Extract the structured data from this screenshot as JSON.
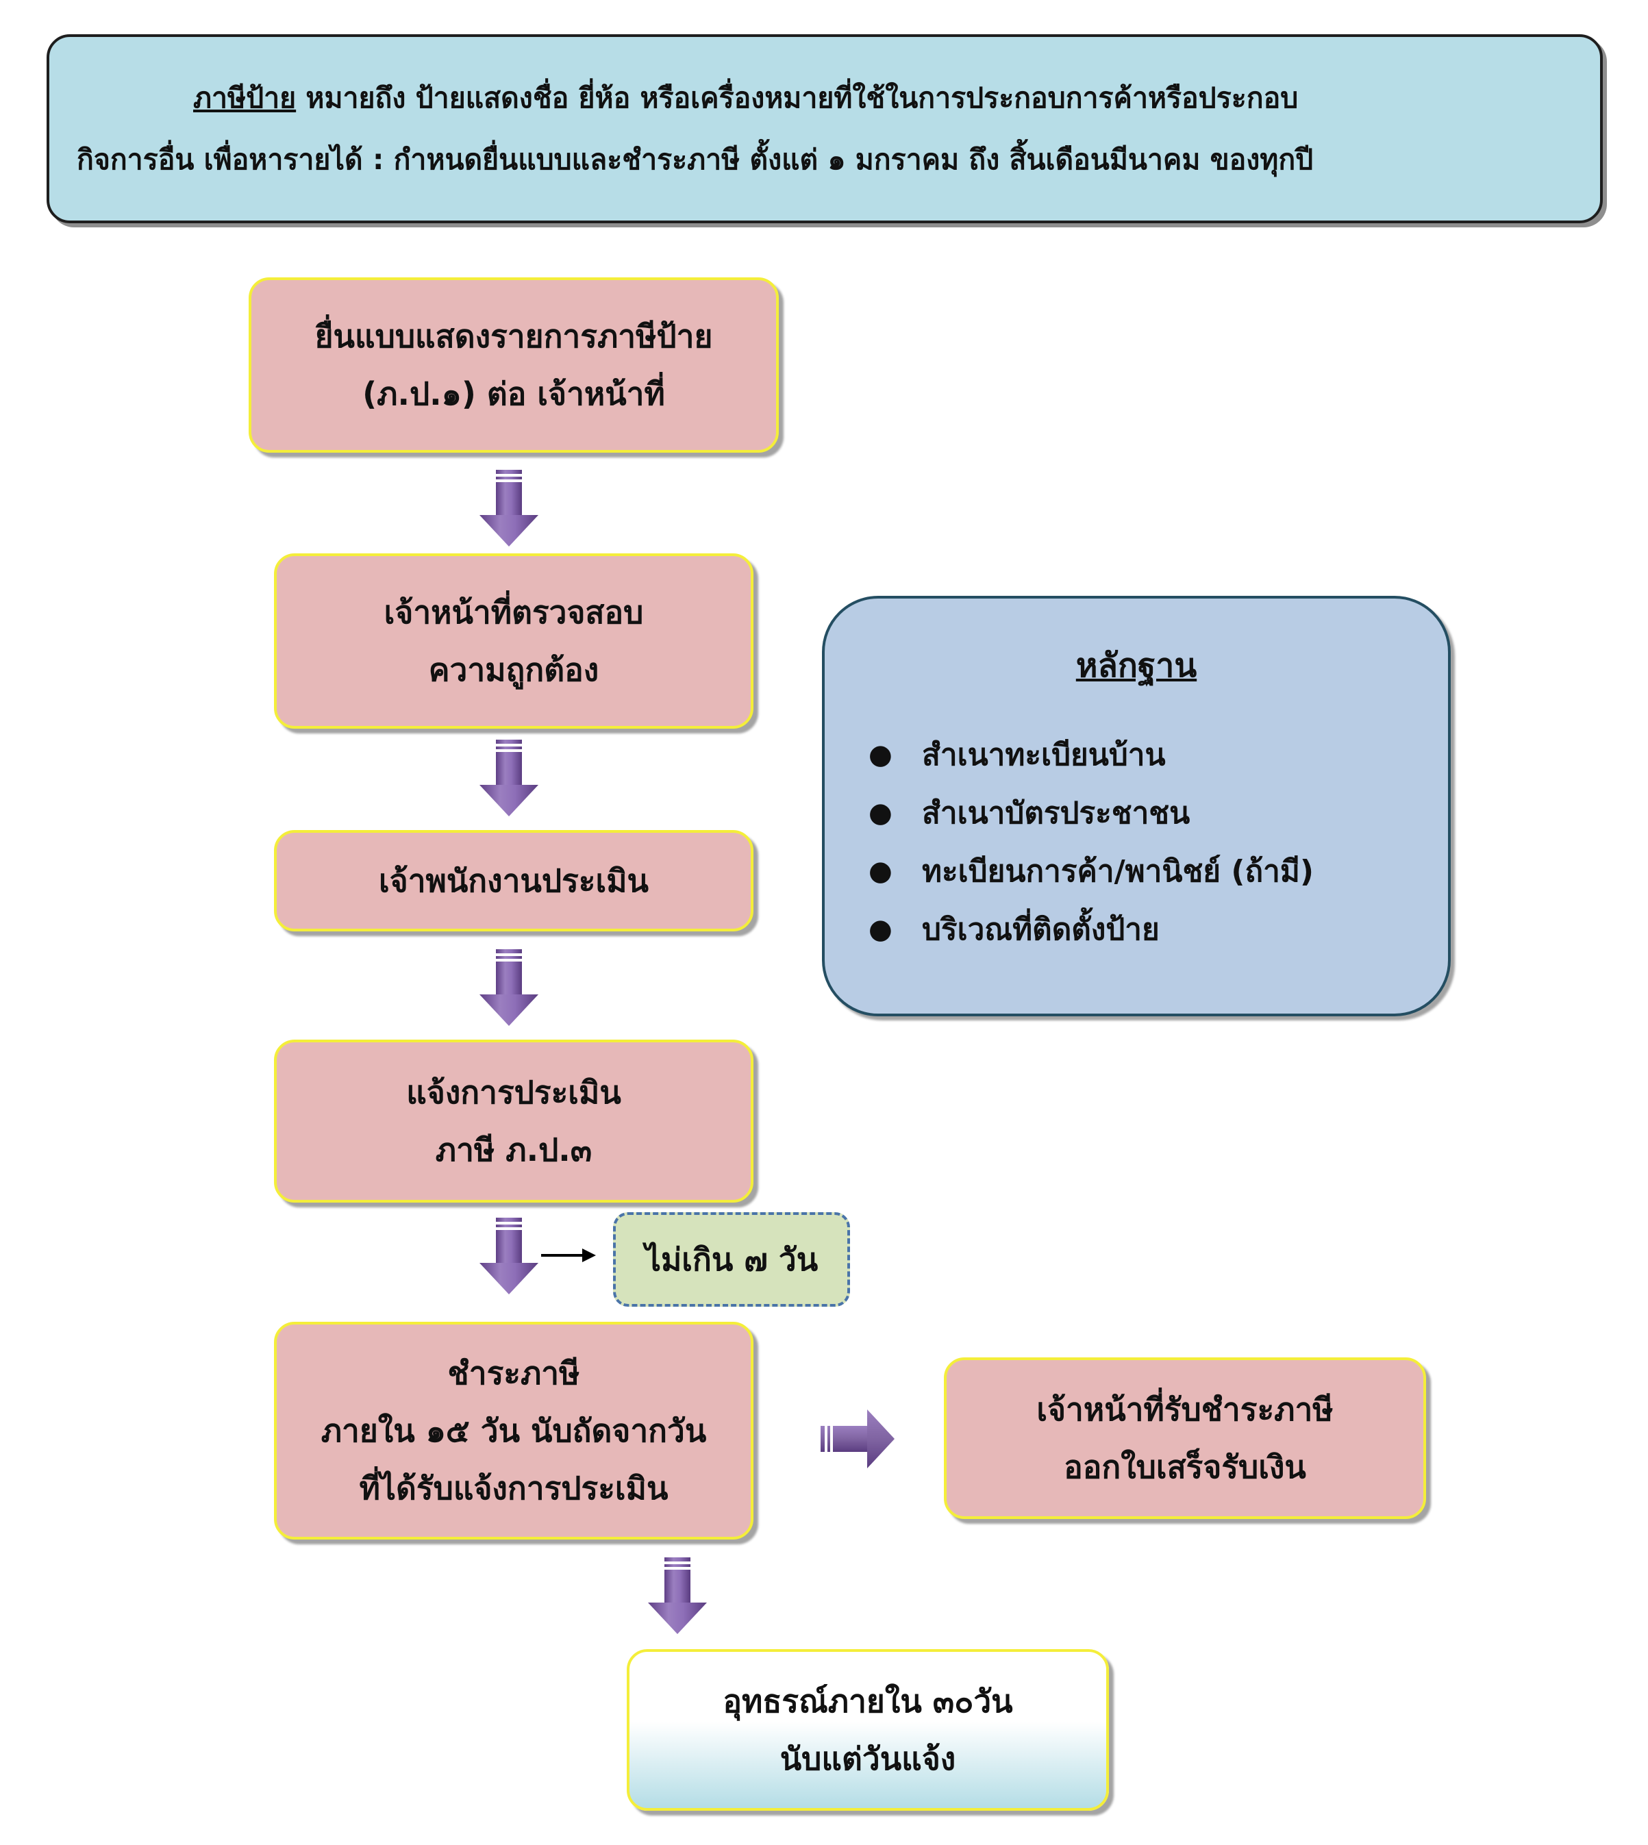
{
  "header": {
    "term": "ภาษีป้าย",
    "line1_rest": "  หมายถึง  ป้ายแสดงชื่อ  ยี่ห้อ  หรือเครื่องหมายที่ใช้ในการประกอบการค้าหรือประกอบ",
    "line2": "กิจการอื่น  เพื่อหารายได้ : กำหนดยื่นแบบและชำระภาษี  ตั้งแต่ ๑ มกราคม ถึง สิ้นเดือนมีนาคม ของทุกปี"
  },
  "steps": {
    "file_form": [
      "ยื่นแบบแสดงรายการภาษีป้าย",
      "(ภ.ป.๑) ต่อ เจ้าหน้าที่"
    ],
    "verify": [
      "เจ้าหน้าที่ตรวจสอบ",
      "ความถูกต้อง"
    ],
    "assess": [
      "เจ้าพนักงานประเมิน"
    ],
    "notify": [
      "แจ้งการประเมิน",
      "ภาษี ภ.ป.๓"
    ],
    "pay": [
      "ชำระภาษี",
      "ภายใน ๑๕ วัน  นับถัดจากวัน",
      "ที่ได้รับแจ้งการประเมิน"
    ],
    "receipt": [
      "เจ้าหน้าที่รับชำระภาษี",
      "ออกใบเสร็จรับเงิน"
    ],
    "appeal": [
      "อุทธรณ์ภายใน ๓๐วัน",
      "นับแต่วันแจ้ง"
    ]
  },
  "note": "ไม่เกิน ๗ วัน",
  "evidence": {
    "title": "หลักฐาน",
    "items": [
      "สำเนาทะเบียนบ้าน",
      "สำเนาบัตรประชาชน",
      "ทะเบียนการค้า/พานิชย์ (ถ้ามี)",
      "บริเวณที่ติดตั้งป้าย"
    ]
  },
  "colors": {
    "header_fill": "#b7dde7",
    "step_fill": "#e6b8b8",
    "step_border": "#f4ee3a",
    "evidence_fill": "#b8cce4",
    "note_fill": "#d6e3bc",
    "arrow_fill": "#8064a2"
  }
}
